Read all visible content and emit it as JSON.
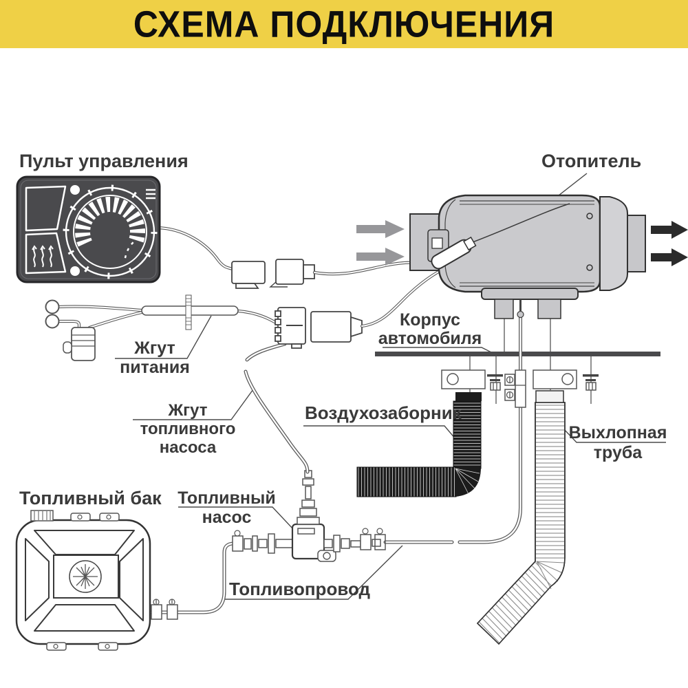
{
  "title": "СХЕМА ПОДКЛЮЧЕНИЯ",
  "labels": {
    "control_panel": "Пульт управления",
    "heater": "Отопитель",
    "car_body": "Корпус\nавтомобиля",
    "power_harness": "Жгут\nпитания",
    "fuel_pump_harness": "Жгут\nтопливного\nнасоса",
    "air_intake": "Воздухозаборник",
    "exhaust_pipe": "Выхлопная\nтруба",
    "fuel_tank": "Топливный бак",
    "fuel_pump": "Топливный\nнасос",
    "fuel_line": "Топливопровод"
  },
  "icons": {
    "snowflake": "snowflake-icon",
    "heat_waves": "heat-waves-icon",
    "cold_air_arrows": "gray intake arrows",
    "hot_air_arrows": "black outlet arrows"
  },
  "colors": {
    "banner": "#EFD046",
    "title_text": "#0E0E0E",
    "line_art": "#3A3A3A",
    "heater_body": "#CBCBCE",
    "panel_body": "#4A4A4D",
    "intake_arrow": "#97979A",
    "outlet_arrow": "#2B2B2B",
    "air_intake_tube": "#1C1C1C",
    "car_body_line": "#4A4A4C"
  }
}
